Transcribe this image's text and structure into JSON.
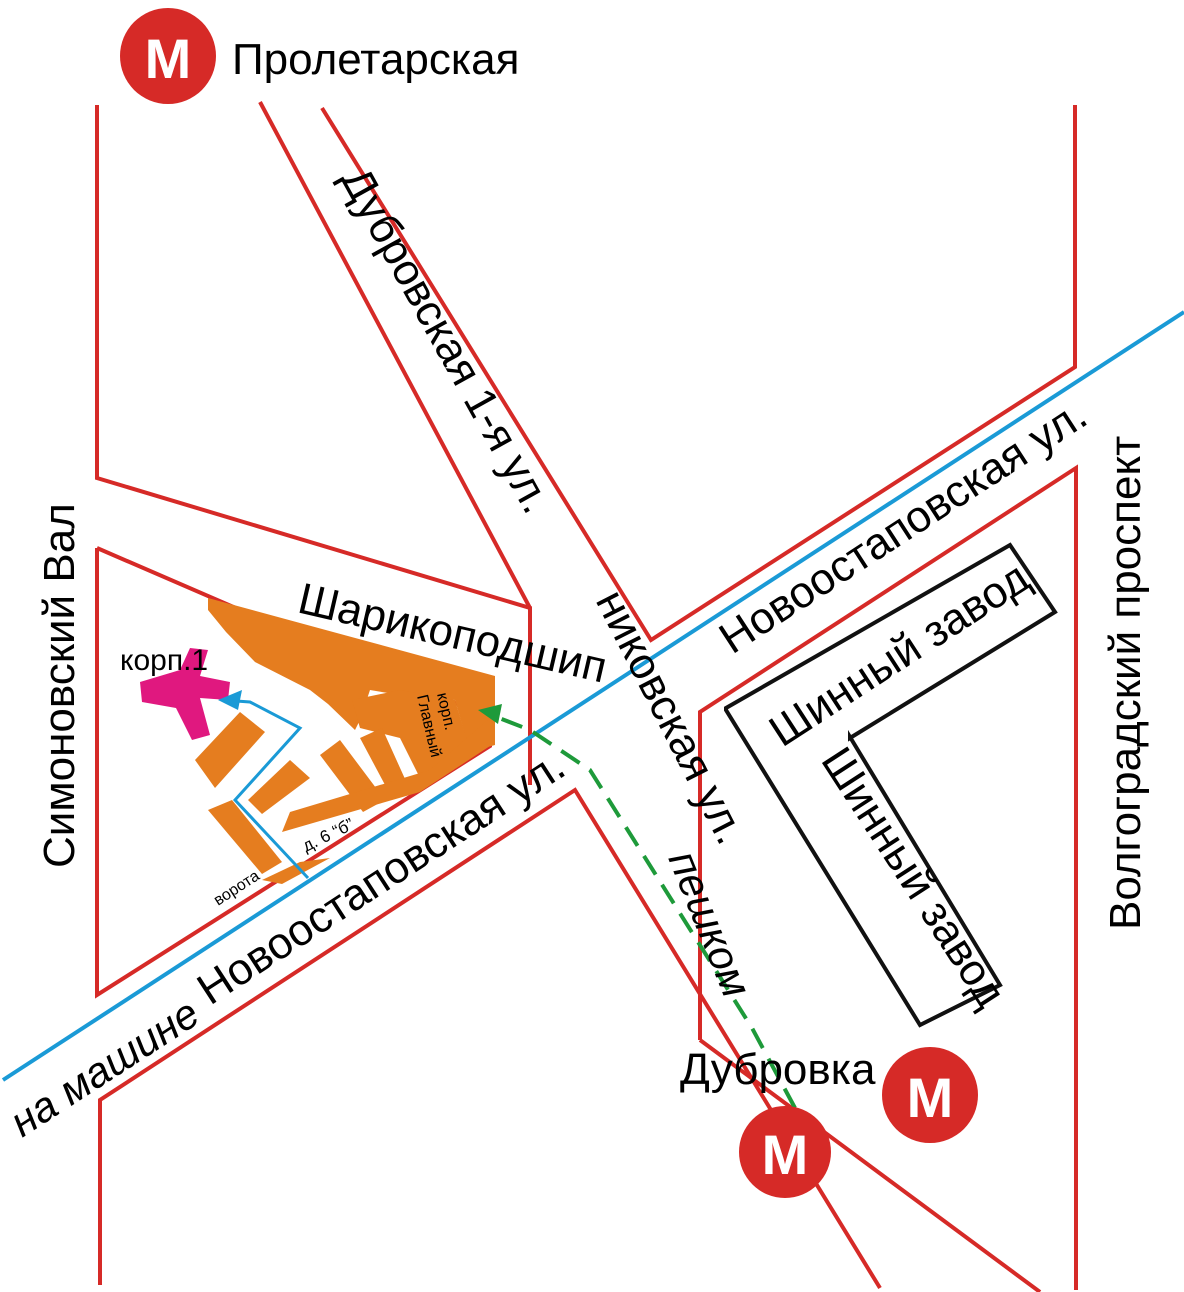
{
  "colors": {
    "road": "#d62a27",
    "car_route": "#1a9ad6",
    "walk_route": "#1e9a3a",
    "buildings": "#e57d1f",
    "target": "#e0187f",
    "factory": "#111111",
    "metro": "#d62a27"
  },
  "metro": {
    "glyph": "M",
    "stations": [
      {
        "name": "Пролетарская"
      },
      {
        "name": "Дубровка"
      },
      {
        "name": ""
      }
    ]
  },
  "streets": {
    "dubrovskaya": "Дубровская 1-я ул.",
    "sharikopodshipnikovskaya_a": "Шарикоподшип",
    "sharikopodshipnikovskaya_b": "никовская ул.",
    "novoostapovskaya_top": "Новоостаповская ул.",
    "novoostapovskaya_bottom": "Новоостаповская ул.",
    "simonovsky_val": "Симоновский Вал",
    "volgogradsky": "Волгоградский проспект"
  },
  "landmarks": {
    "shinny_zavod_a": "Шинный завод",
    "shinny_zavod_b": "Шинный завод",
    "korp1": "корп.1",
    "main_building_line1": "Главный",
    "main_building_line2": "корп.",
    "house": "д. 6 “б”",
    "gate": "ворота"
  },
  "routes": {
    "by_car": "на машине",
    "on_foot": "пешком"
  }
}
